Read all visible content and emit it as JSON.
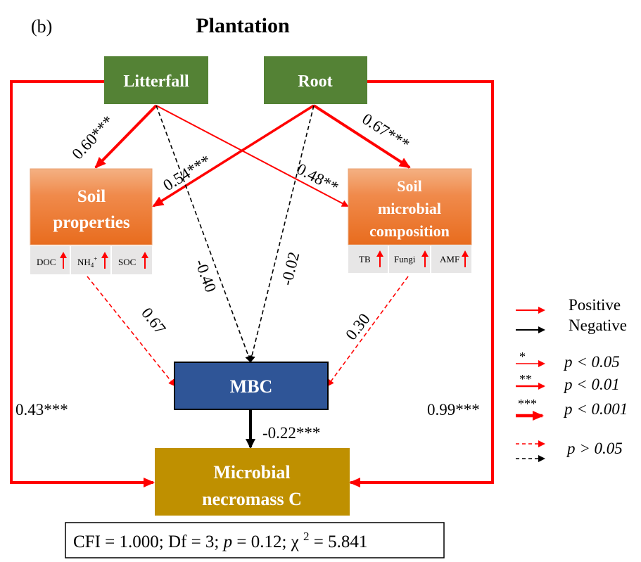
{
  "panel_label": "(b)",
  "title": "Plantation",
  "nodes": {
    "litterfall": "Litterfall",
    "root": "Root",
    "soil_properties": [
      "Soil",
      "properties"
    ],
    "soil_microbial": [
      "Soil",
      "microbial",
      "composition"
    ],
    "mbc": "MBC",
    "necromass": [
      "Microbial",
      "necromass C"
    ]
  },
  "soil_property_indicators": [
    "DOC",
    "NH4+",
    "SOC"
  ],
  "microbial_indicators": [
    "TB",
    "Fungi",
    "AMF"
  ],
  "paths": [
    {
      "from": "Litterfall",
      "to": "Soil properties",
      "coef": "0.60***",
      "sign": "positive",
      "significance": "p < 0.001"
    },
    {
      "from": "Litterfall",
      "to": "Soil microbial composition",
      "coef": "0.48**",
      "sign": "positive",
      "significance": "p < 0.01"
    },
    {
      "from": "Litterfall",
      "to": "MBC",
      "coef": "-0.40",
      "sign": "negative",
      "significance": "p > 0.05"
    },
    {
      "from": "Root",
      "to": "Soil properties",
      "coef": "0.54***",
      "sign": "positive",
      "significance": "p < 0.001"
    },
    {
      "from": "Root",
      "to": "Soil microbial composition",
      "coef": "0.67***",
      "sign": "positive",
      "significance": "p < 0.001"
    },
    {
      "from": "Root",
      "to": "MBC",
      "coef": "-0.02",
      "sign": "negative",
      "significance": "p > 0.05"
    },
    {
      "from": "Soil properties",
      "to": "MBC",
      "coef": "0.67",
      "sign": "positive",
      "significance": "p > 0.05"
    },
    {
      "from": "Soil microbial composition",
      "to": "MBC",
      "coef": "0.30",
      "sign": "positive",
      "significance": "p > 0.05"
    },
    {
      "from": "MBC",
      "to": "Microbial necromass C",
      "coef": "-0.22***",
      "sign": "negative",
      "significance": "p < 0.001"
    },
    {
      "from": "Litterfall",
      "to": "Microbial necromass C",
      "coef": "0.43***",
      "sign": "positive",
      "significance": "p < 0.001"
    },
    {
      "from": "Root",
      "to": "Microbial necromass C",
      "coef": "0.99***",
      "sign": "positive",
      "significance": "p < 0.001"
    }
  ],
  "legend": {
    "positive": "Positive",
    "negative": "Negative",
    "sig1_stars": "*",
    "sig1_text": "p < 0.05",
    "sig2_stars": "**",
    "sig2_text": "p < 0.01",
    "sig3_stars": "***",
    "sig3_text": "p < 0.001",
    "ns_text": "p > 0.05"
  },
  "fit_stats": "CFI = 1.000; Df = 3; p = 0.12; χ 2 = 5.841",
  "colors": {
    "positive": "#ff0000",
    "negative": "#000000",
    "driver_box": "#548235",
    "soil_box": "#ed7d31",
    "mbc_box": "#2f5597",
    "necromass_box": "#bf9000",
    "indicator_bg": "#e7e6e6",
    "indicator_arrow": "#ff0000"
  }
}
